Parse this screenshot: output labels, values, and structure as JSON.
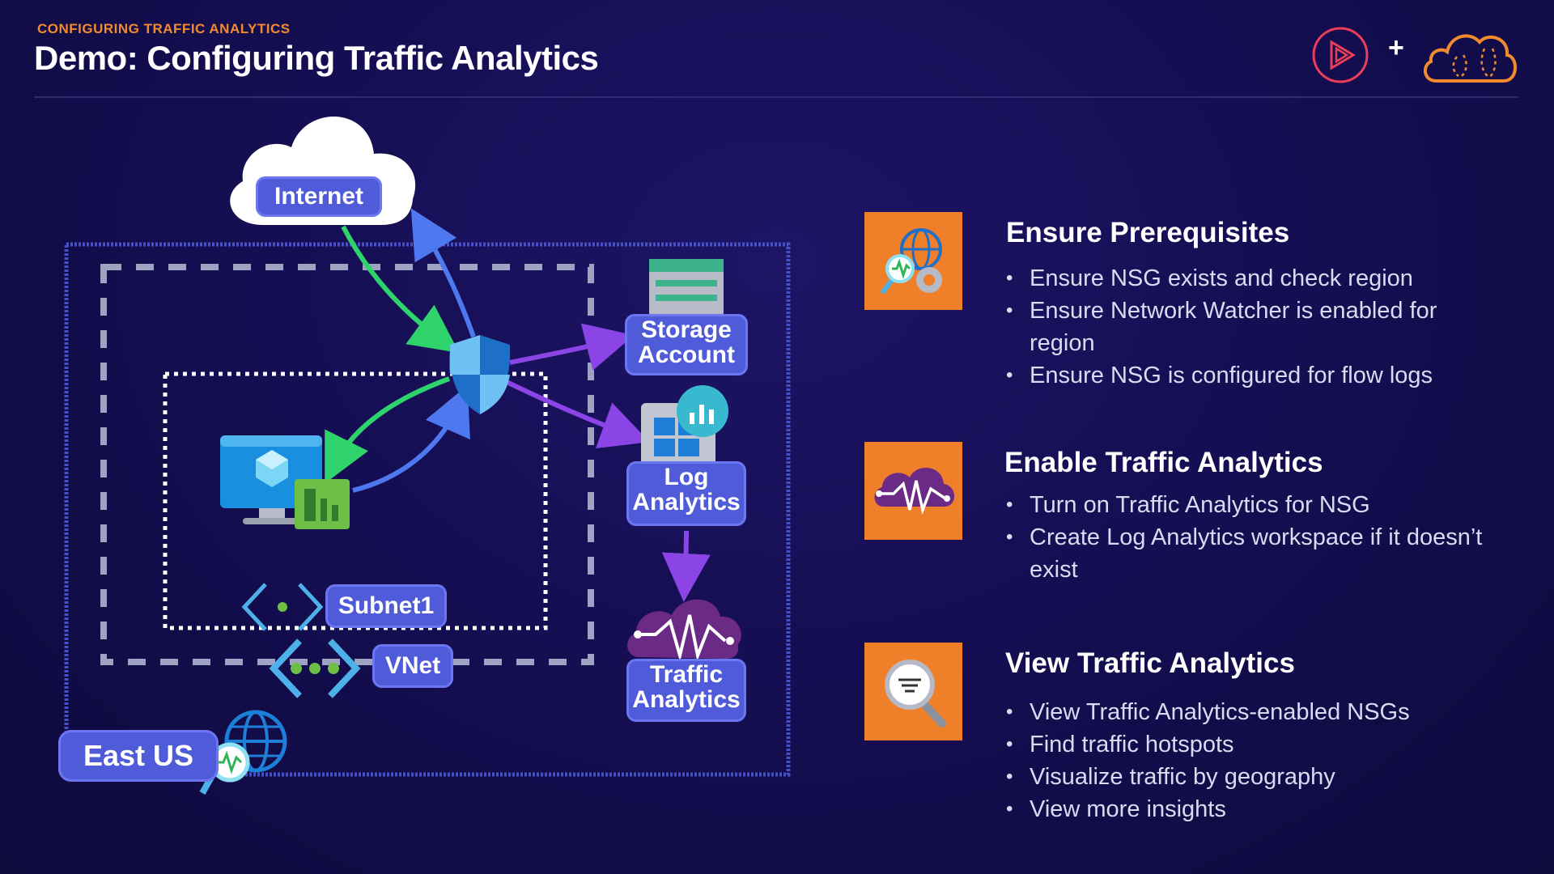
{
  "header": {
    "eyebrow": "CONFIGURING TRAFFIC ANALYTICS",
    "title": "Demo: Configuring Traffic Analytics",
    "plus": "+"
  },
  "diagram": {
    "internet": "Internet",
    "storage_line1": "Storage",
    "storage_line2": "Account",
    "log_line1": "Log",
    "log_line2": "Analytics",
    "traffic_line1": "Traffic",
    "traffic_line2": "Analytics",
    "subnet": "Subnet1",
    "vnet": "VNet",
    "region": "East US"
  },
  "steps": [
    {
      "title": "Ensure Prerequisites",
      "icon": "network-watcher-icon",
      "bullets": [
        "Ensure NSG exists and check region",
        "Ensure Network Watcher is enabled for region",
        "Ensure NSG is configured for flow logs"
      ]
    },
    {
      "title": "Enable Traffic Analytics",
      "icon": "traffic-analytics-icon",
      "bullets": [
        "Turn on Traffic Analytics for NSG",
        "Create Log Analytics workspace if it doesn’t exist"
      ]
    },
    {
      "title": "View Traffic Analytics",
      "icon": "search-filter-icon",
      "bullets": [
        "View Traffic Analytics-enabled NSGs",
        "Find traffic hotspots",
        "Visualize traffic by geography",
        "View more insights"
      ]
    }
  ],
  "colors": {
    "background": "#140d4f",
    "accent_orange": "#f07f2a",
    "pill_blue": "#4f5bd8",
    "arrow_green": "#2fd36b",
    "arrow_blue": "#4d78f0",
    "arrow_purple": "#8b45e6"
  }
}
